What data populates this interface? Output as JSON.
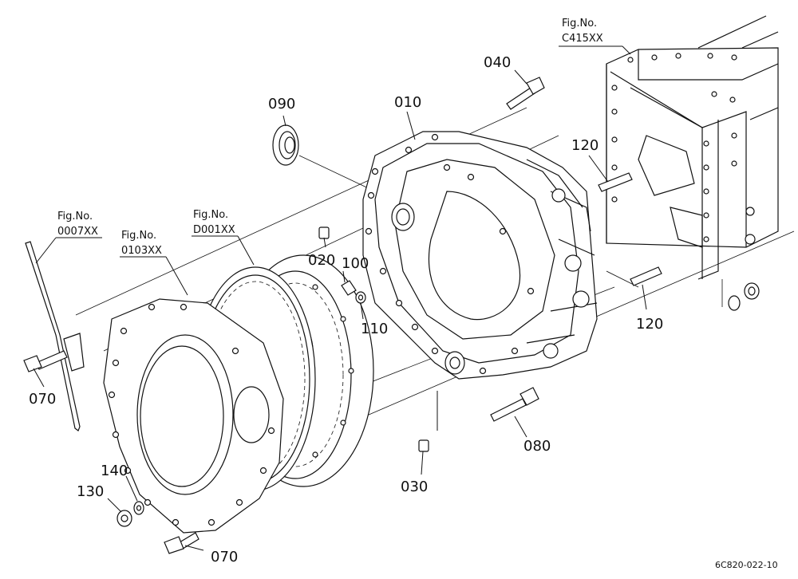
{
  "part_labels": {
    "p010": "010",
    "p020": "020",
    "p030": "030",
    "p040": "040",
    "p070a": "070",
    "p070b": "070",
    "p080": "080",
    "p090": "090",
    "p100": "100",
    "p110": "110",
    "p120a": "120",
    "p120b": "120",
    "p130": "130",
    "p140": "140"
  },
  "figure_refs": {
    "c415": {
      "title": "Fig.No.",
      "code": "C415XX"
    },
    "r0007": {
      "title": "Fig.No.",
      "code": "0007XX"
    },
    "r0103": {
      "title": "Fig.No.",
      "code": "0103XX"
    },
    "d001": {
      "title": "Fig.No.",
      "code": "D001XX"
    }
  },
  "drawing_code": "6C820-022-10"
}
